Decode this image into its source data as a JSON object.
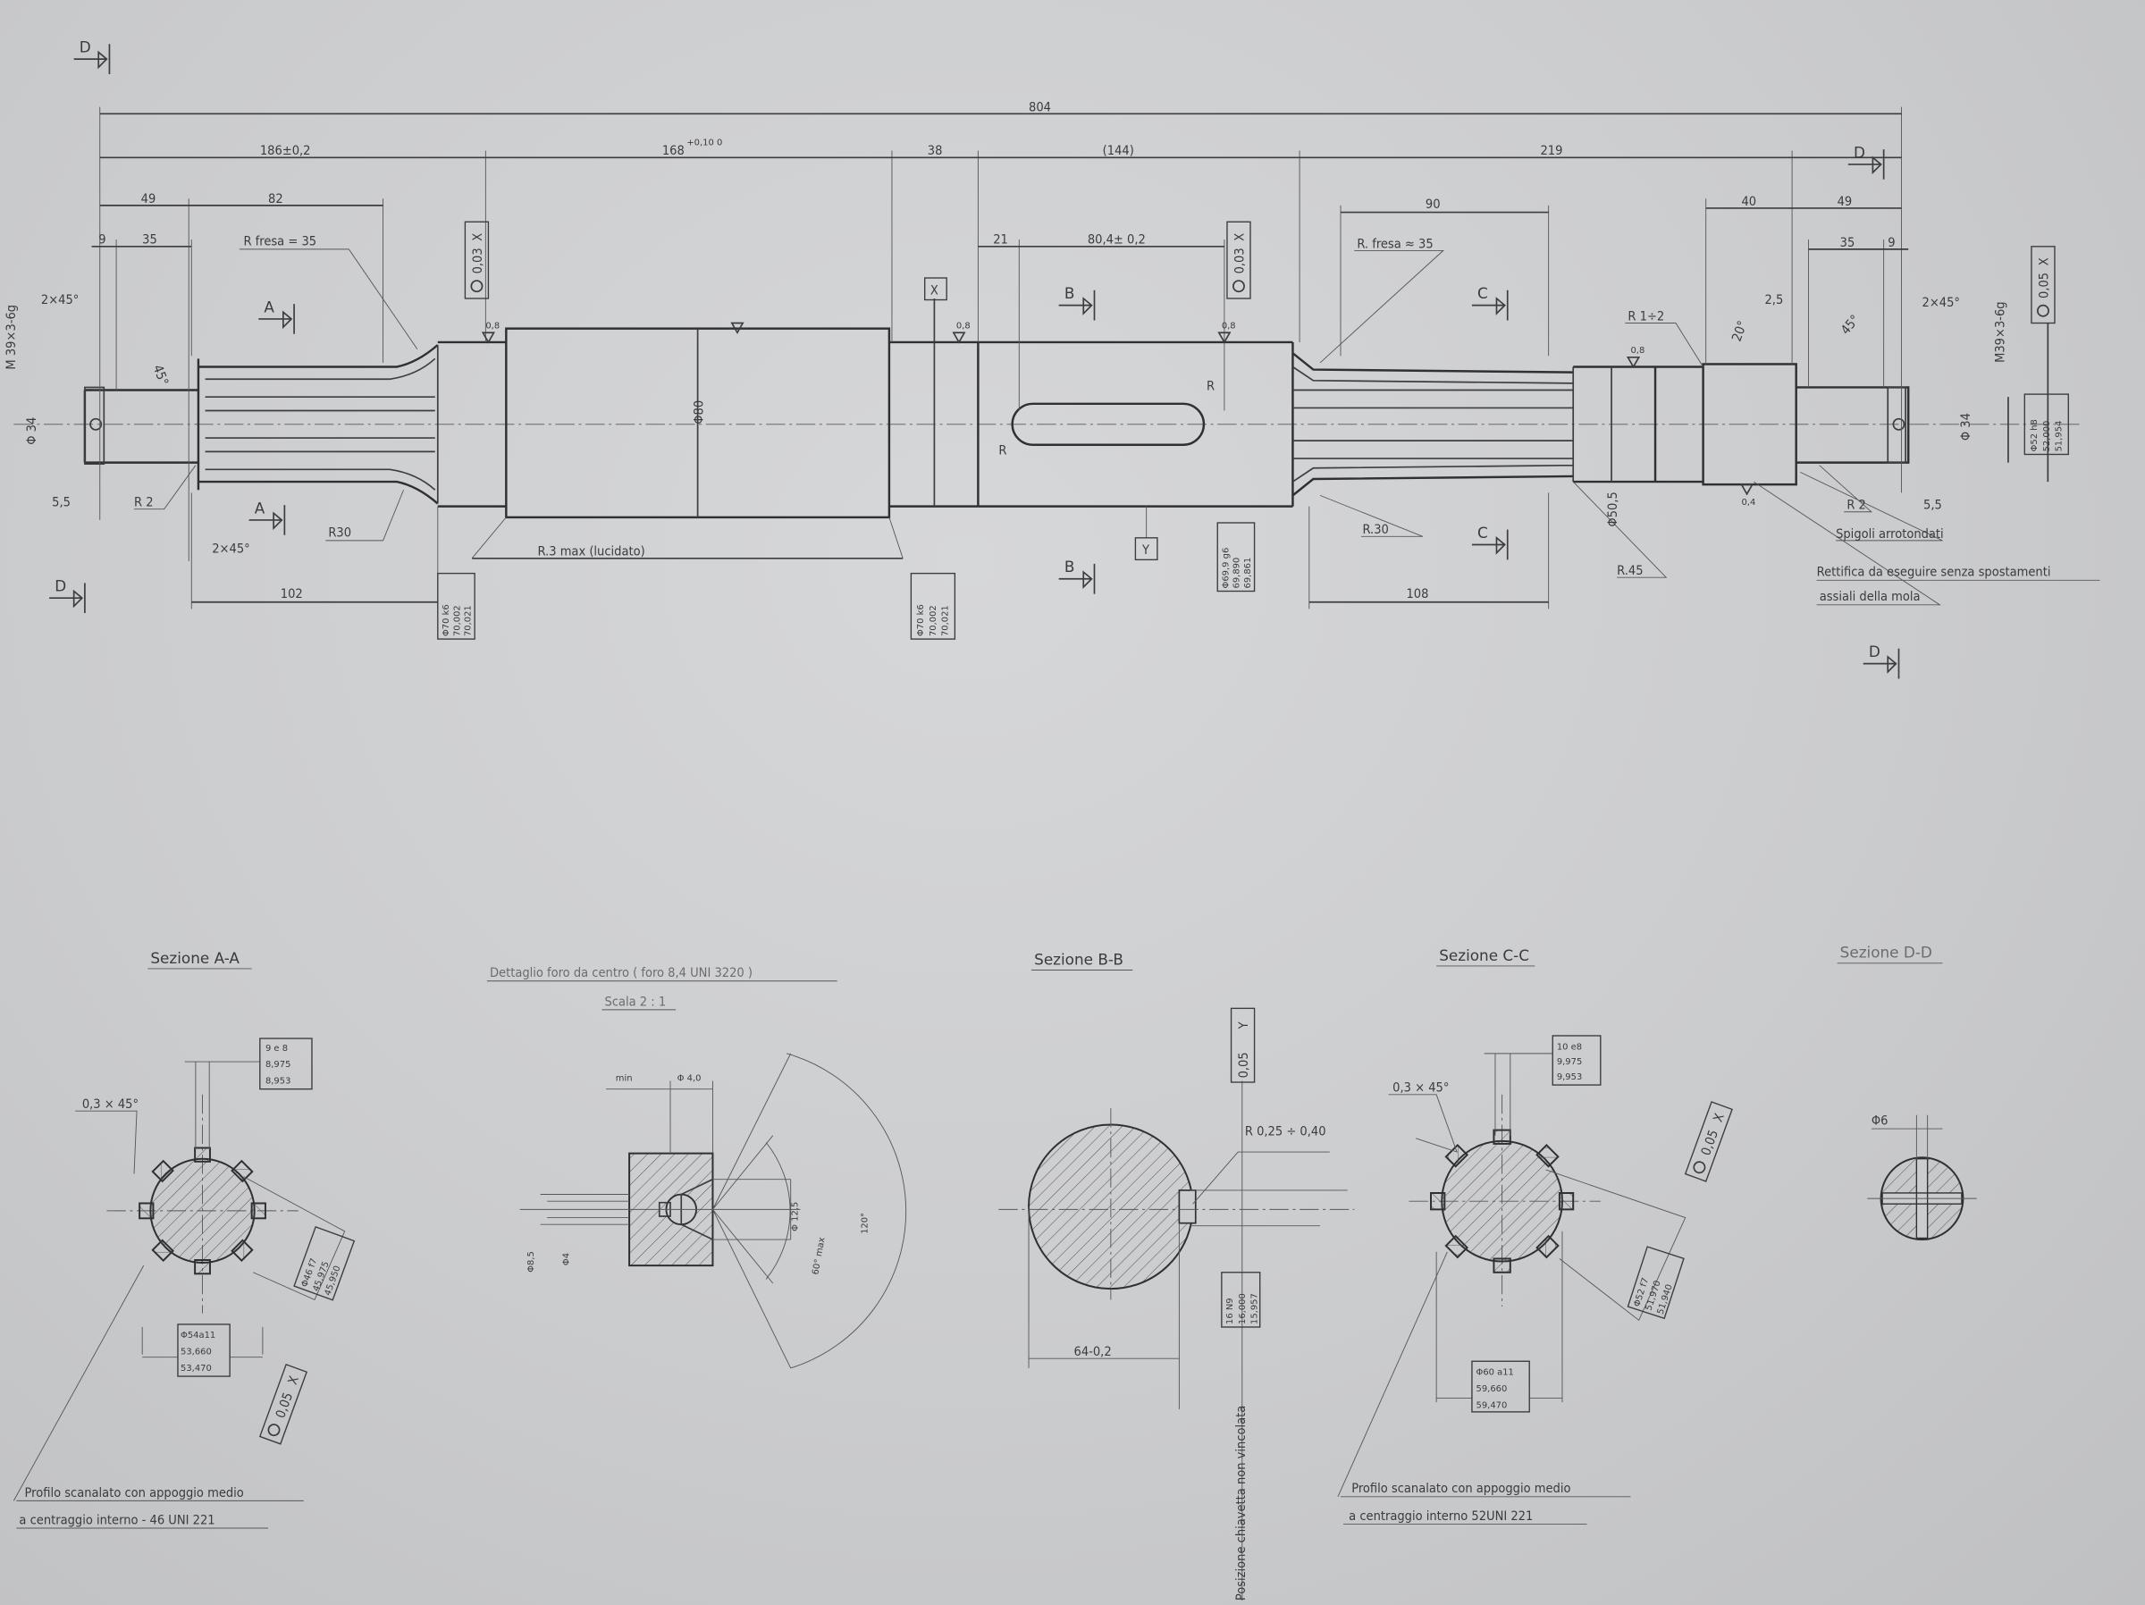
{
  "main_view": {
    "dims": {
      "overall": "804",
      "d186": "186±0,2",
      "d168": "168",
      "d168_tol": "+0,10  0",
      "d38": "38",
      "d144": "(144)",
      "d219": "219",
      "d49_left": "49",
      "d82": "82",
      "d9_left": "9",
      "d35_left": "35",
      "d21": "21",
      "d80_4": "80,4± 0,2",
      "d90": "90",
      "d40": "40",
      "d49_right": "49",
      "d35_right": "35",
      "d9_right": "9",
      "d2_5": "2,5",
      "d5_5_left": "5,5",
      "d5_5_right": "5,5",
      "d102": "102",
      "d108": "108"
    },
    "notes": {
      "r_fresa_left": "R  fresa = 35",
      "r_fresa_right": "R. fresa ≈ 35",
      "r2_left": "R 2",
      "r2_right": "R 2",
      "r30_left": "R30",
      "r30_right": "R.30",
      "r45": "R.45",
      "r1_2": "R 1÷2",
      "r3_max": "R.3   max (lucidato)",
      "chamfer_left_top": "2×45°",
      "chamfer_left_bottom": "2×45°",
      "chamfer_right": "2×45°",
      "angle45_left": "45°",
      "angle45_right": "45°",
      "angle20": "20°",
      "thread_left": "M 39×3-6g",
      "thread_right": "M39×3-6g",
      "dia34_left": "Φ 34",
      "dia34_right": "Φ 34",
      "dia80": "Φ80",
      "dia50_5": "Φ50,5",
      "spigoli": "Spigoli  arrotondati",
      "rettifica_1": "Rettifica  da  eseguire  senza  spostamenti",
      "rettifica_2": "assiali  della  mola",
      "key_r": "R",
      "roughness_08": "0,8",
      "roughness_04": "0,4"
    },
    "tolerance_boxes": {
      "runout_left": {
        "value": "0,03",
        "datum": "X"
      },
      "runout_mid": {
        "value": "0,03",
        "datum": "X"
      },
      "runout_right": {
        "value": "0,05",
        "datum": "X"
      },
      "datum_x": "X",
      "datum_y": "Y",
      "fit_70k6_left": [
        "Φ70 k6",
        "70,002",
        "70,021"
      ],
      "fit_70k6_right": [
        "Φ70 k6",
        "70,002",
        "70,021"
      ],
      "fit_69_9g6": [
        "Φ69,9 g6",
        "69,890",
        "69,861"
      ],
      "fit_52h8": [
        "Φ52 h8",
        "52,000",
        "51,954"
      ]
    },
    "section_markers": {
      "a": "A",
      "b": "B",
      "c": "C",
      "d": "D"
    }
  },
  "section_aa": {
    "title": "Sezione A-A",
    "width_box": [
      "9 e 8",
      "8,975",
      "8,953"
    ],
    "chamfer": "0,3 × 45°",
    "minor_box": [
      "Φ54a11",
      "53,660",
      "53,470"
    ],
    "major_box": [
      "Φ46 f7",
      "45,975",
      "45,950"
    ],
    "runout": {
      "value": "0,05",
      "datum": "X"
    },
    "note_1": "Profilo  scanalato  con  appoggio  medio",
    "note_2": "a  centraggio  interno - 46  UNI 221"
  },
  "detail_center_hole": {
    "title": "Dettaglio  foro  da  centro  ( foro 8,4  UNI  3220 )",
    "scale": "Scala  2 : 1",
    "min": "min",
    "depth": "Φ 4,0",
    "dia12_5": "Φ 12,5",
    "angle60": "60° max",
    "angle120": "120°",
    "dia8_5": "Φ8,5",
    "dia4": "Φ4"
  },
  "section_bb": {
    "title": "Sezione B-B",
    "symmetry": {
      "value": "0,05",
      "datum": "Y"
    },
    "radius": "R 0,25 ÷ 0,40",
    "key_box": [
      "16 N9",
      "16,000",
      "15,957"
    ],
    "depth": "64-0,2",
    "note": "Posizione  chiavetta  non  vincolata"
  },
  "section_cc": {
    "title": "Sezione C-C",
    "width_box": [
      "10 e8",
      "9,975",
      "9,953"
    ],
    "chamfer": "0,3 × 45°",
    "runout": {
      "value": "0,05",
      "datum": "X"
    },
    "major_box": [
      "Φ52 f7",
      "51,970",
      "51,940"
    ],
    "minor_box": [
      "Φ60 a11",
      "59,660",
      "59,470"
    ],
    "note_1": "Profilo  scanalato  con  appoggio  medio",
    "note_2": "a  centraggio  interno  52UNI 221"
  },
  "section_dd": {
    "title": "Sezione D-D",
    "dia": "Φ6"
  },
  "colors": {
    "paper": "#cbccce",
    "ink": "#3c3d40"
  }
}
